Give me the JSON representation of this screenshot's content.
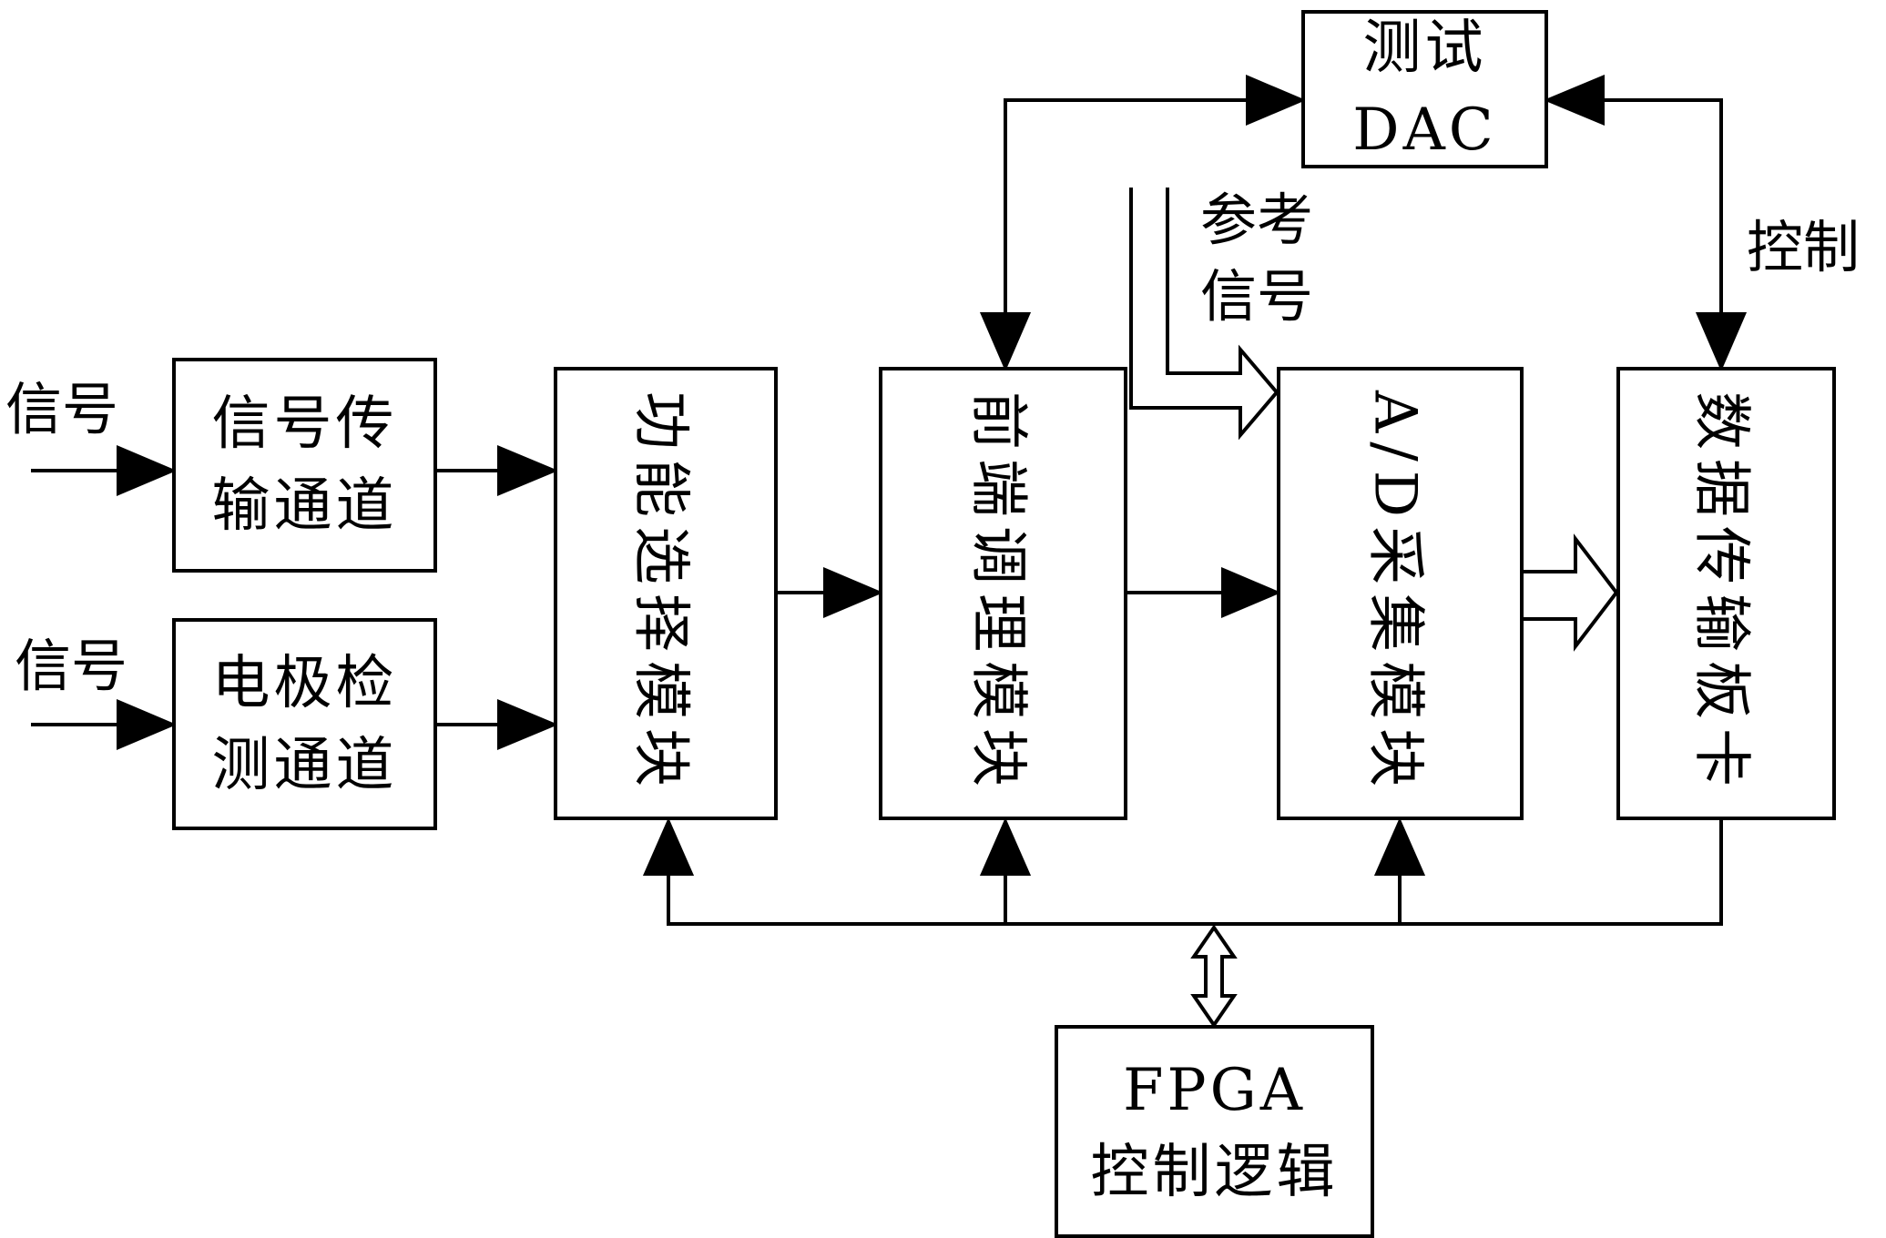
{
  "diagram": {
    "inputs": [
      {
        "label": "信号"
      },
      {
        "label": "信号"
      }
    ],
    "blocks": {
      "signal_channel": {
        "line1": "信号传",
        "line2": "输通道"
      },
      "electrode_channel": {
        "line1": "电极检",
        "line2": "测通道"
      },
      "function_select": {
        "label": "功能选择模块"
      },
      "frontend": {
        "label": "前端调理模块"
      },
      "adc": {
        "label": "A/D采集模块"
      },
      "data_card": {
        "label": "数据传输板卡"
      },
      "test_dac": {
        "line1": "测试",
        "line2": "DAC"
      },
      "fpga": {
        "line1": "FPGA",
        "line2": "控制逻辑"
      }
    },
    "annotations": {
      "reference_signal": {
        "line1": "参考",
        "line2": "信号"
      },
      "control": "控制"
    }
  }
}
